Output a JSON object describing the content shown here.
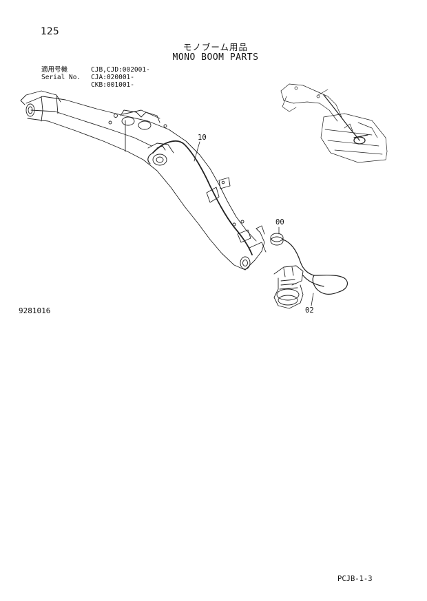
{
  "header": {
    "page_number": "125",
    "title_jp": "モノブーム用品",
    "title_en": "MONO BOOM PARTS"
  },
  "serial": {
    "label_jp": "適用号機",
    "label_en": "Serial No.",
    "values": [
      "CJB,CJD:002001-",
      "CJA:020001-",
      "CKB:001001-"
    ]
  },
  "callouts": {
    "c10": "10",
    "c00": "00",
    "c02": "02"
  },
  "doc_code": "9281016",
  "footer_code": "PCJB-1-3"
}
